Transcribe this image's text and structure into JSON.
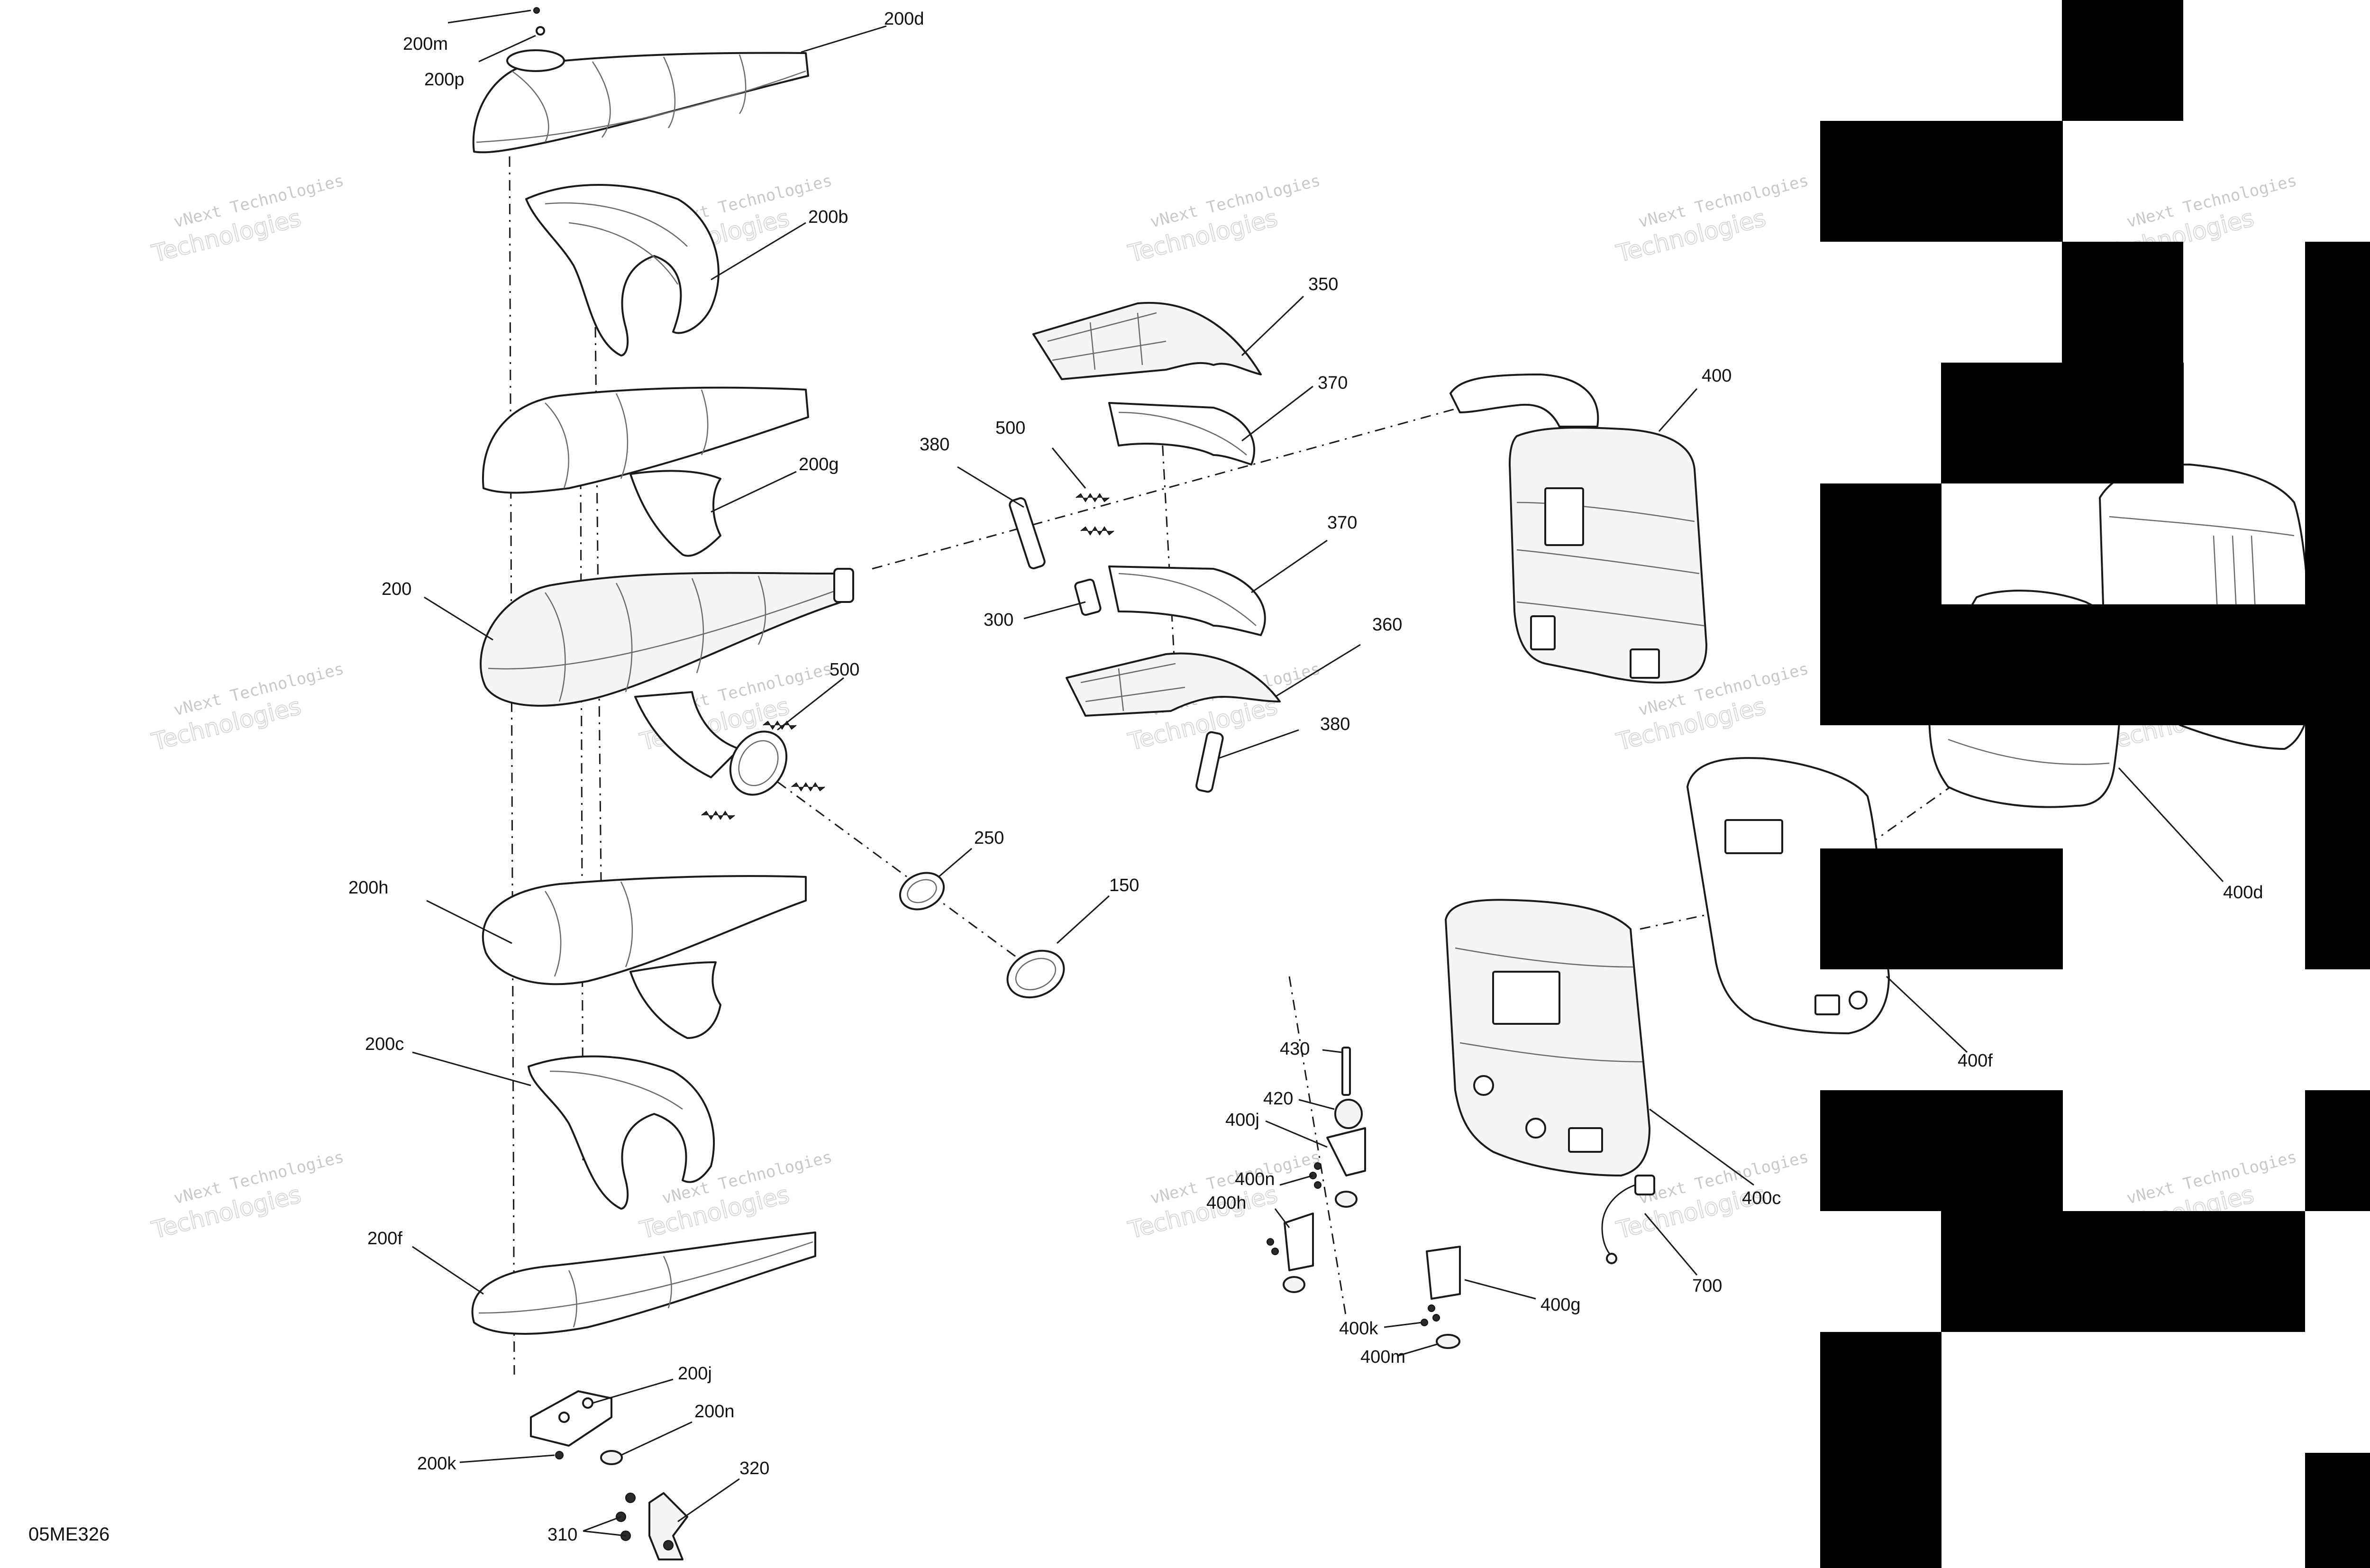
{
  "figure_id": "05ME326",
  "watermark": {
    "line1": "vNext Technologies",
    "line2": "Technologies"
  },
  "callouts": {
    "c200m": "200m",
    "c200p": "200p",
    "c200d": "200d",
    "c200b": "200b",
    "c200g": "200g",
    "c200": "200",
    "c500a": "500",
    "c500b": "500",
    "c200h": "200h",
    "c200c": "200c",
    "c200f": "200f",
    "c200j": "200j",
    "c200n": "200n",
    "c200k": "200k",
    "c320": "320",
    "c310": "310",
    "c250": "250",
    "c150": "150",
    "c380a": "380",
    "c380b": "380",
    "c350": "350",
    "c370a": "370",
    "c370b": "370",
    "c300": "300",
    "c360": "360",
    "c400": "400",
    "c400d": "400d",
    "c400f": "400f",
    "c400c": "400c",
    "c700": "700",
    "c430": "430",
    "c420": "420",
    "c400j": "400j",
    "c400n": "400n",
    "c400h": "400h",
    "c400g": "400g",
    "c400k": "400k",
    "c400m": "400m"
  },
  "colors": {
    "line": "#1a1a1a",
    "watermark": "#c9c9c9",
    "mask": "#000000",
    "background": "#ffffff"
  }
}
